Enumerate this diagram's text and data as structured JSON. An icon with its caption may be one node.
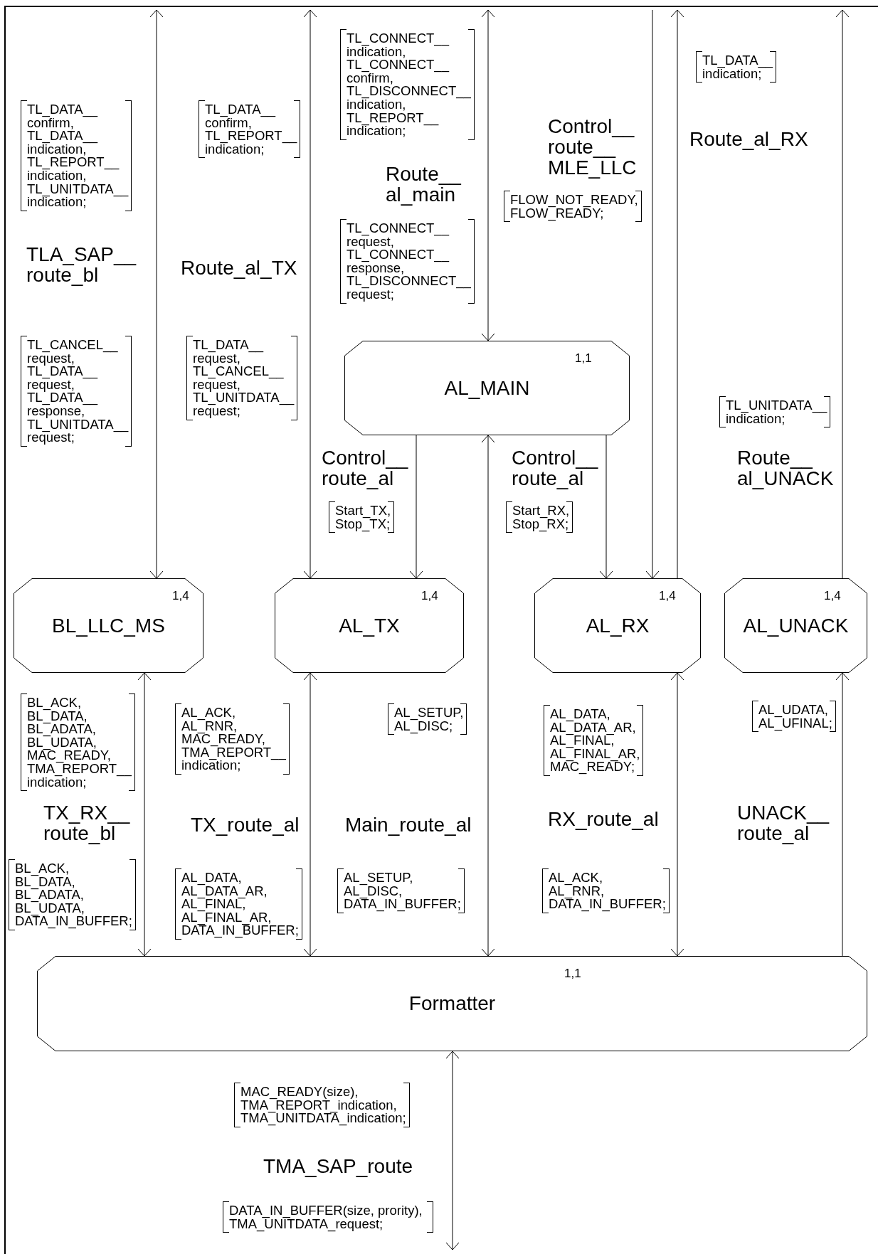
{
  "diagram": {
    "nodes": [
      {
        "text": [
          "1,1",
          "AL_MAIN"
        ]
      },
      {
        "text": [
          "1,4",
          "BL_LLC_MS"
        ]
      },
      {
        "text": [
          "1,4",
          "AL_TX"
        ]
      },
      {
        "text": [
          "1,4",
          "AL_RX"
        ]
      },
      {
        "text": [
          "1,4",
          "AL_UNACK"
        ]
      },
      {
        "text": [
          "1,1",
          "Formatter"
        ]
      }
    ],
    "edges": [
      {
        "from": null,
        "to": 1,
        "arrow": "both"
      },
      {
        "from": null,
        "to": 2,
        "arrow": "both"
      },
      {
        "from": null,
        "to": 0,
        "arrow": "both"
      },
      {
        "from": null,
        "to": 3,
        "arrow": "to"
      },
      {
        "from": 3,
        "to": null,
        "arrow": "to"
      },
      {
        "from": 4,
        "to": null,
        "arrow": "to"
      },
      {
        "from": 0,
        "to": 2,
        "arrow": "to"
      },
      {
        "from": 0,
        "to": 3,
        "arrow": "to"
      },
      {
        "from": 1,
        "to": 5,
        "arrow": "both"
      },
      {
        "from": 2,
        "to": 5,
        "arrow": "both"
      },
      {
        "from": 5,
        "to": 0,
        "arrow": "both"
      },
      {
        "from": 3,
        "to": 5,
        "arrow": "both"
      },
      {
        "from": 5,
        "to": 4,
        "arrow": "to"
      },
      {
        "from": 5,
        "to": null,
        "arrow": "both"
      }
    ],
    "labels": [
      "TL_CONNECT__ indication, TL_CONNECT__ confirm, TL_DISCONNECT__ indication, TL_REPORT__ indication;",
      "TL_DATA__ indication;",
      "TL_DATA__ confirm, TL_DATA__ indication, TL_REPORT__ indication, TL_UNITDATA__ indication;",
      "TL_DATA__ confirm, TL_REPORT__ indication;",
      "Control__ route__ MLE_LLC",
      "Route_al_RX",
      "Route__ al_main",
      "FLOW_NOT_READY, FLOW_READY;",
      "TL_CONNECT__ request, TL_CONNECT__ response, TL_DISCONNECT__ request;",
      "TLA_SAP__ route_bl",
      "Route_al_TX",
      "TL_CANCEL__ request, TL_DATA__ request, TL_DATA__ response, TL_UNITDATA__ request;",
      "TL_DATA__ request, TL_CANCEL__ request, TL_UNITDATA__ request;",
      "TL_UNITDATA__ indication;",
      "Control__ route_al",
      "Control__ route_al",
      "Route__ al_UNACK",
      "Start_TX, Stop_TX;",
      "Start_RX, Stop_RX;",
      "BL_ACK, BL_DATA, BL_ADATA, BL_UDATA, MAC_READY, TMA_REPORT__ indication;",
      "AL_ACK, AL_RNR, MAC_READY, TMA_REPORT__ indication;",
      "AL_SETUP, AL_DISC;",
      "AL_DATA, AL_DATA_AR, AL_FINAL, AL_FINAL_AR, MAC_READY;",
      "AL_UDATA, AL_UFINAL;",
      "TX_RX__ route_bl",
      "TX_route_al",
      "Main_route_al",
      "RX_route_al",
      "UNACK__ route_al",
      "BL_ACK, BL_DATA, BL_ADATA, BL_UDATA, DATA_IN_BUFFER;",
      "AL_DATA, AL_DATA_AR, AL_FINAL, AL_FINAL_AR, DATA_IN_BUFFER;",
      "AL_SETUP, AL_DISC, DATA_IN_BUFFER;",
      "AL_ACK, AL_RNR, DATA_IN_BUFFER;",
      "MAC_READY(size), TMA_REPORT_indication, TMA_UNITDATA_indication;",
      "TMA_SAP_route",
      "DATA_IN_BUFFER(size, prority), TMA_UNITDATA_request;"
    ]
  }
}
